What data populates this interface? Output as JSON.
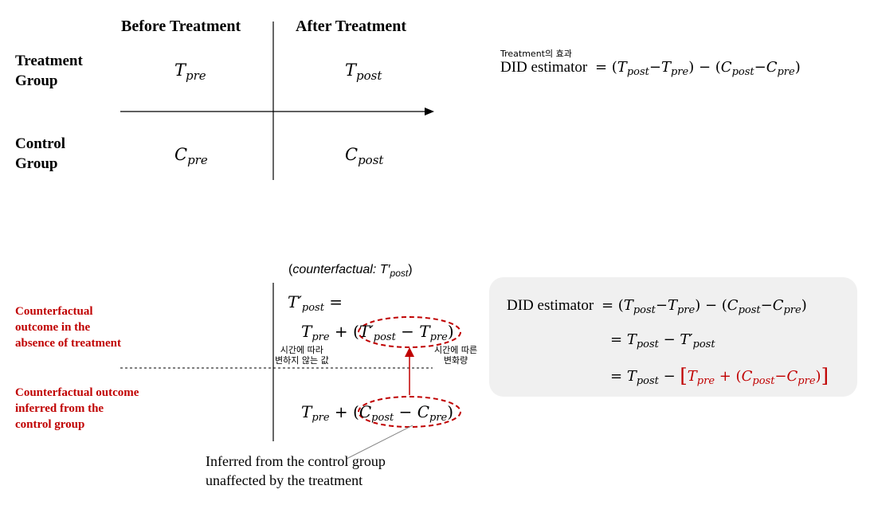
{
  "top_grid": {
    "col_before": "Before Treatment",
    "col_after": "After Treatment",
    "row_treatment": [
      "Treatment",
      "Group"
    ],
    "row_control": [
      "Control",
      "Group"
    ],
    "cell_t_pre": {
      "base": "T",
      "sub": "pre"
    },
    "cell_t_post": {
      "base": "T",
      "sub": "post"
    },
    "cell_c_pre": {
      "base": "C",
      "sub": "pre"
    },
    "cell_c_post": {
      "base": "C",
      "sub": "post"
    }
  },
  "top_formula": {
    "caption": "Treatment의 효과",
    "label": "DID estimator",
    "rhs": "= (T_post−T_pre) − (C_post−C_pre)"
  },
  "bottom_grid": {
    "counterfactual_note": "(counterfactual: T′post)",
    "label_upper": [
      "Counterfactual",
      "outcome in the",
      "absence of treatment"
    ],
    "label_lower": [
      "Counterfactual outcome",
      "inferred from the",
      "control group"
    ],
    "expr_tprime_post": "T′post =",
    "expr_upper": "Tpre + (T′post − Tpre)",
    "expr_lower": "Tpre + (Cpost − Cpre)",
    "note_unchanged": [
      "시간에 따라",
      "변하지 않는 값"
    ],
    "note_change": [
      "시간에 따른",
      "변화량"
    ],
    "caption_bottom": [
      "Inferred from the control group",
      "unaffected by the treatment"
    ]
  },
  "box_formula": {
    "label": "DID estimator",
    "line1": "= (T_post−T_pre) − (C_post−C_pre)",
    "line2": "= T_post − T′_post",
    "line3": "= T_post − [T_pre + (C_post−C_pre)]"
  },
  "colors": {
    "accent_red": "#c00000",
    "box_background": "#f0f0f0"
  }
}
